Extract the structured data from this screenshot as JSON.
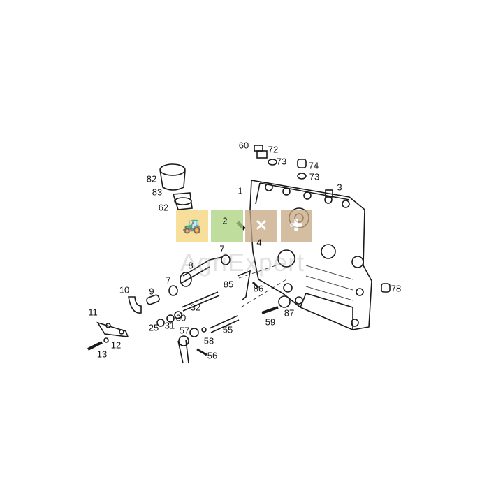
{
  "watermark": "AgriExpert",
  "tiles": [
    {
      "icon": "tractor-icon",
      "color": "#f5d57a"
    },
    {
      "icon": "wheelbarrow-icon",
      "color": "#a9d37c"
    },
    {
      "icon": "tools-icon",
      "color": "#c8a882"
    },
    {
      "icon": "garden-fork-icon",
      "color": "#c8a882"
    }
  ],
  "labels": [
    "60",
    "72",
    "73",
    "74",
    "73",
    "82",
    "83",
    "62",
    "1",
    "3",
    "2",
    "4",
    "7",
    "8",
    "7",
    "9",
    "10",
    "85",
    "86",
    "78",
    "32",
    "30",
    "11",
    "31",
    "25",
    "87",
    "59",
    "57",
    "55",
    "58",
    "12",
    "13",
    "56"
  ]
}
